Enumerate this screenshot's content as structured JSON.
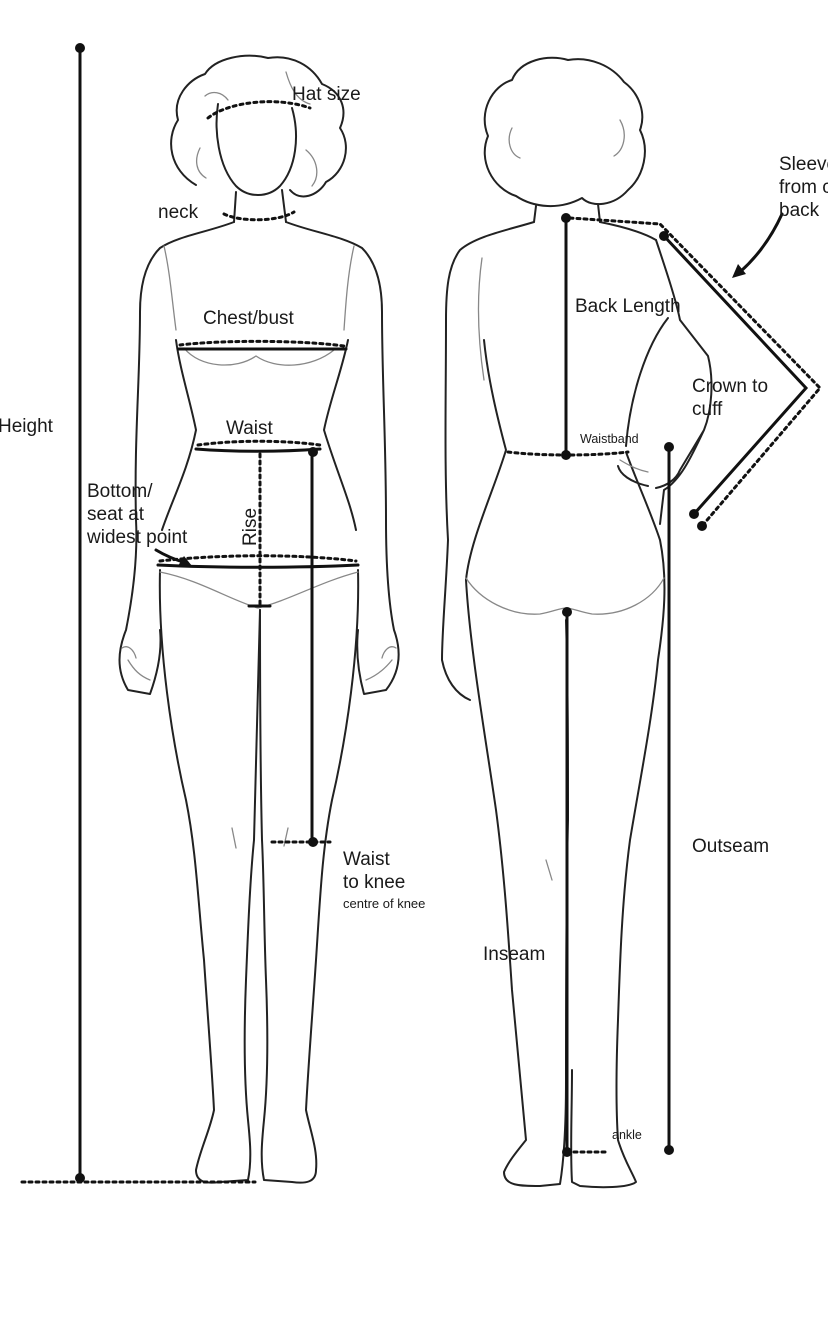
{
  "labels": {
    "height": "Height",
    "hat_size": "Hat size",
    "neck": "neck",
    "chest_bust": "Chest/bust",
    "waist": "Waist",
    "bottom_line1": "Bottom/",
    "bottom_line2": "seat at",
    "bottom_line3": "widest point",
    "rise": "Rise",
    "waist_to_knee_line1": "Waist",
    "waist_to_knee_line2": "to knee",
    "centre_of_knee": "centre of knee",
    "sleeve_line1": "Sleeve",
    "sleeve_line2": "from centre",
    "sleeve_line3": "back",
    "back_length": "Back Length",
    "crown_line1": "Crown to",
    "crown_line2": "cuff",
    "waistband": "Waistband",
    "outseam": "Outseam",
    "inseam": "Inseam",
    "ankle": "ankle"
  },
  "colors": {
    "ink": "#111111",
    "detail": "#888888",
    "background": "#ffffff"
  }
}
